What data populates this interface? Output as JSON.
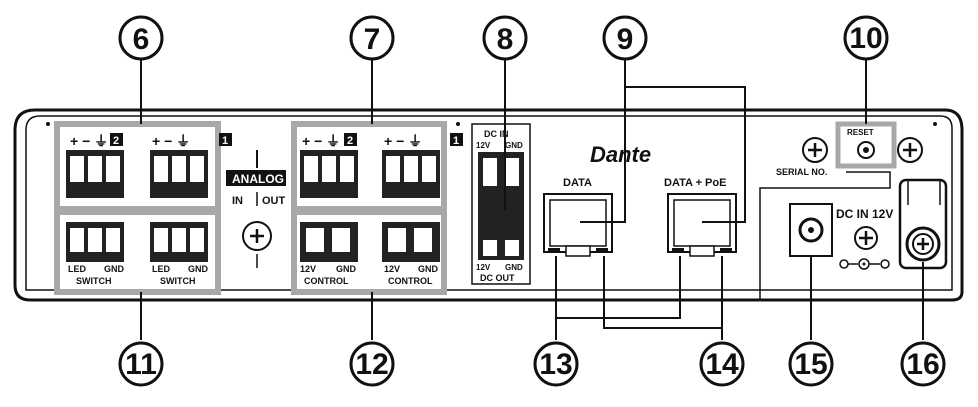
{
  "callouts": {
    "c6": "6",
    "c7": "7",
    "c8": "8",
    "c9": "9",
    "c10": "10",
    "c11": "11",
    "c12": "12",
    "c13": "13",
    "c14": "14",
    "c15": "15",
    "c16": "16"
  },
  "panel_labels": {
    "plus_minus_ground": "+ − ⏚",
    "channel_2": "2",
    "channel_1": "1",
    "analog": "ANALOG",
    "in": "IN",
    "out": "OUT",
    "led": "LED",
    "gnd": "GND",
    "switch": "SWITCH",
    "v12": "12V",
    "control": "CONTROL",
    "dc_in_top": "DC IN",
    "dc_out": "DC OUT",
    "dante": "Dante",
    "data": "DATA",
    "data_poe": "DATA + PoE",
    "reset": "RESET",
    "serial_no": "SERIAL NO.",
    "dc_in_12v": "DC IN 12V"
  },
  "colors": {
    "outline": "#111111",
    "highlight": "#a8a8a8",
    "connector": "#222222",
    "panel": "#ffffff"
  }
}
